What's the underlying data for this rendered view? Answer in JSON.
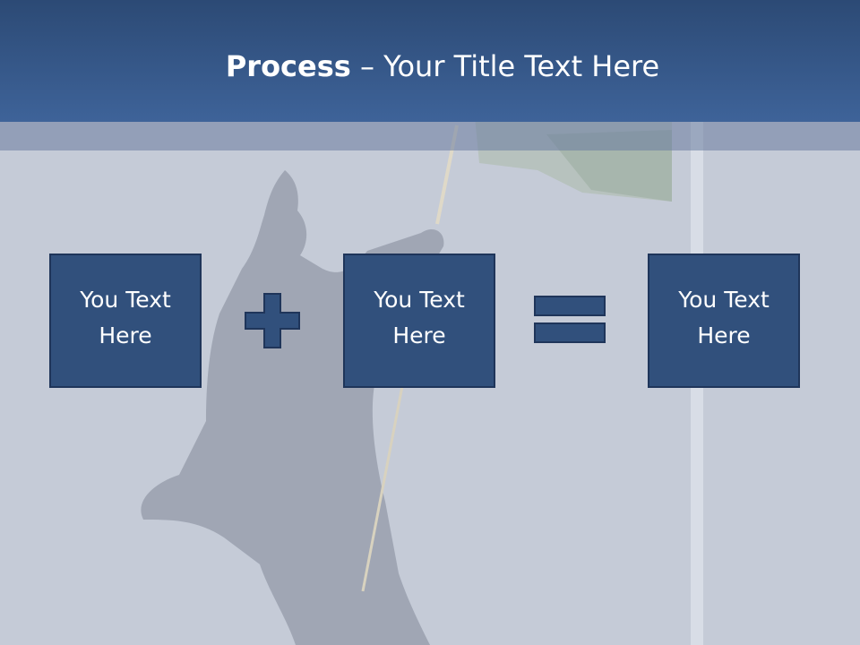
{
  "slide": {
    "title_bold": "Process",
    "title_rest": " – Your Title Text Here"
  },
  "boxes": [
    {
      "label": "You Text Here"
    },
    {
      "label": "You Text Here"
    },
    {
      "label": "You Text Here"
    }
  ],
  "operators": [
    "plus-icon",
    "equals-icon"
  ],
  "colors": {
    "header": "#3a5d92",
    "box_fill": "#31507c",
    "box_border": "#1f355a",
    "background": "#c5cbd7"
  }
}
